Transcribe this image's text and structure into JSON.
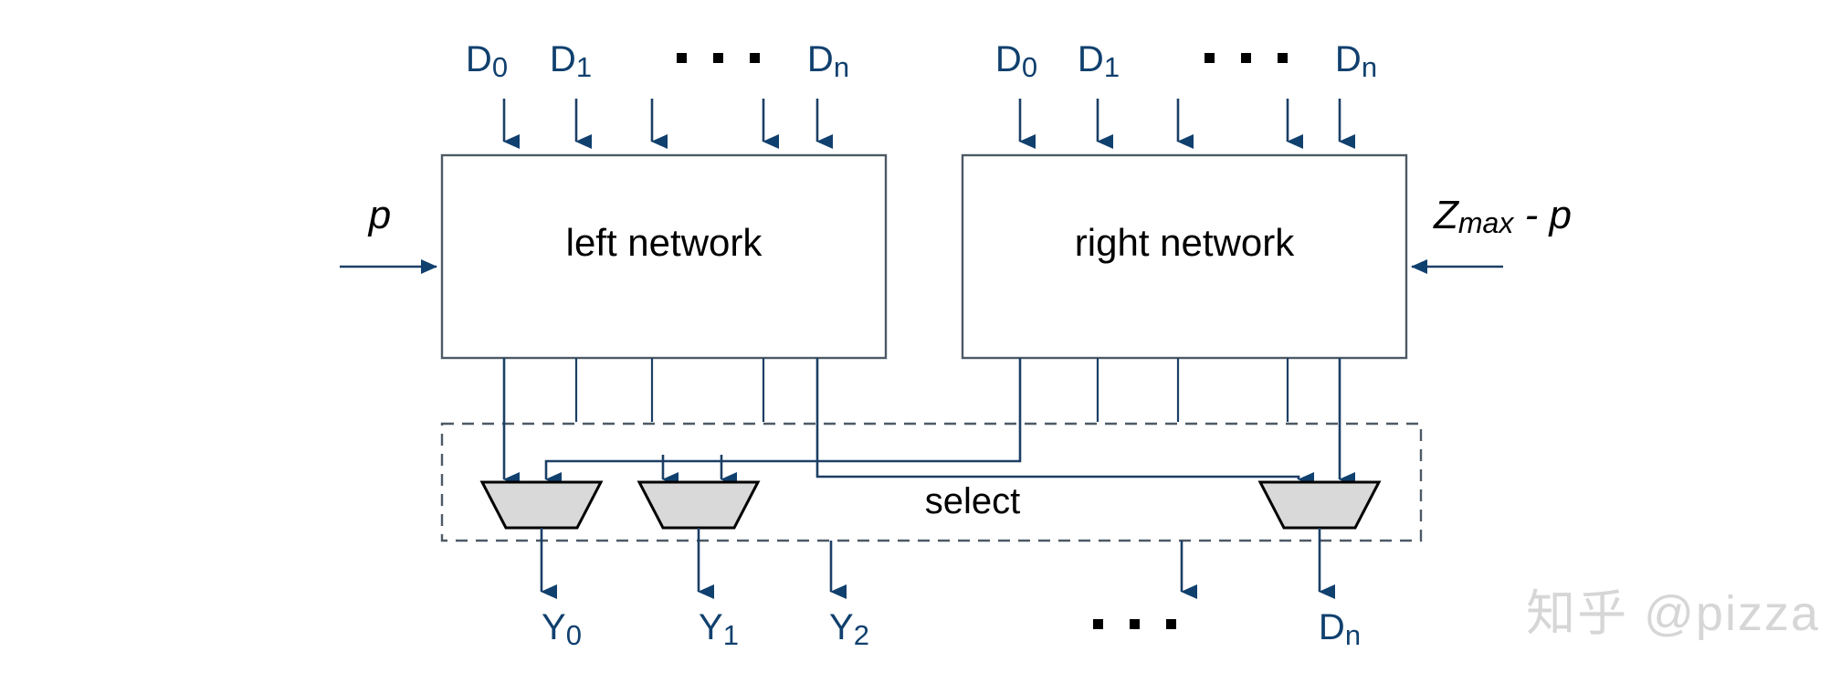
{
  "diagram": {
    "title": "Bitonic merge network with select stage",
    "background_color": "#ffffff",
    "colors": {
      "label_blue": "#10406e",
      "wire_blue": "#1c3f66",
      "box_stroke": "#4d5a66",
      "mux_fill": "#d9d9d9",
      "mux_stroke": "#000000",
      "text_black": "#000000",
      "watermark_gray": "#d6d6d6"
    },
    "blocks": [
      {
        "id": "left-network",
        "label": "left network"
      },
      {
        "id": "right-network",
        "label": "right network"
      }
    ],
    "select_region": {
      "label": "select",
      "border_style": "dashed"
    },
    "side_inputs": [
      {
        "id": "left-control",
        "text": "p",
        "italic": true,
        "side": "left"
      },
      {
        "id": "right-control",
        "text": "Zmax - p",
        "base": "Z",
        "sub": "max",
        "tail": " - p",
        "italic": true,
        "side": "right"
      }
    ],
    "top_inputs_left": [
      {
        "base": "D",
        "sub": "0",
        "text": "D0"
      },
      {
        "base": "D",
        "sub": "1",
        "text": "D1"
      },
      {
        "base": "",
        "sub": "",
        "text": ""
      },
      {
        "base": "",
        "sub": "",
        "text": ""
      },
      {
        "base": "D",
        "sub": "n",
        "text": "Dn"
      }
    ],
    "top_inputs_right": [
      {
        "base": "D",
        "sub": "0",
        "text": "D0"
      },
      {
        "base": "D",
        "sub": "1",
        "text": "D1"
      },
      {
        "base": "",
        "sub": "",
        "text": ""
      },
      {
        "base": "",
        "sub": "",
        "text": ""
      },
      {
        "base": "D",
        "sub": "n",
        "text": "Dn"
      }
    ],
    "top_ellipsis_left": "· · ·",
    "top_ellipsis_right": "· · ·",
    "bottom_outputs": [
      {
        "base": "Y",
        "sub": "0",
        "text": "Y0"
      },
      {
        "base": "Y",
        "sub": "1",
        "text": "Y1"
      },
      {
        "base": "Y",
        "sub": "2",
        "text": "Y2"
      },
      {
        "base": "",
        "sub": "",
        "text": ""
      },
      {
        "base": "D",
        "sub": "n",
        "text": "Dn"
      }
    ],
    "bottom_ellipsis": "· · ·",
    "multiplexers": [
      {
        "id": "mux-0",
        "inputs": 2
      },
      {
        "id": "mux-1",
        "inputs": 2
      },
      {
        "id": "mux-n",
        "inputs": 2
      }
    ],
    "watermark": "知乎 @pizza"
  }
}
